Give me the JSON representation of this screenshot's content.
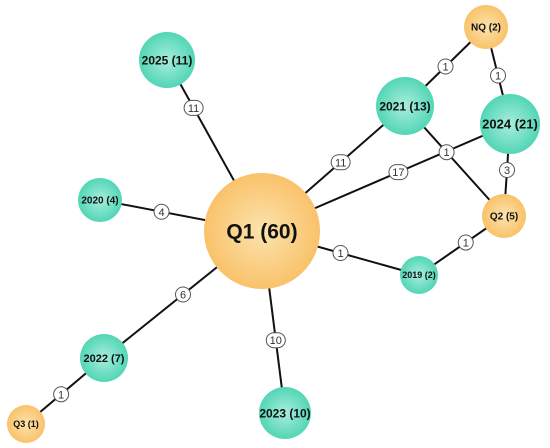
{
  "colors": {
    "quartile_node": "#F9C26A",
    "quartile_node_light": "#FCE3AE",
    "year_node": "#52D6B5",
    "year_node_light": "#A9EDDD",
    "edge": "#111111"
  },
  "nodes": [
    {
      "id": "q1",
      "label": "Q1 (60)",
      "group": "quartile"
    },
    {
      "id": "q2",
      "label": "Q2 (5)",
      "group": "quartile"
    },
    {
      "id": "q3",
      "label": "Q3 (1)",
      "group": "quartile"
    },
    {
      "id": "nq",
      "label": "NQ (2)",
      "group": "quartile"
    },
    {
      "id": "y2019",
      "label": "2019 (2)",
      "group": "year"
    },
    {
      "id": "y2020",
      "label": "2020 (4)",
      "group": "year"
    },
    {
      "id": "y2021",
      "label": "2021 (13)",
      "group": "year"
    },
    {
      "id": "y2022",
      "label": "2022 (7)",
      "group": "year"
    },
    {
      "id": "y2023",
      "label": "2023 (10)",
      "group": "year"
    },
    {
      "id": "y2024",
      "label": "2024 (21)",
      "group": "year"
    },
    {
      "id": "y2025",
      "label": "2025 (11)",
      "group": "year"
    }
  ],
  "edges": [
    {
      "from": "q1",
      "to": "y2025",
      "weight": "11"
    },
    {
      "from": "q1",
      "to": "y2020",
      "weight": "4"
    },
    {
      "from": "q1",
      "to": "y2021",
      "weight": "11"
    },
    {
      "from": "q1",
      "to": "y2024",
      "weight": "17"
    },
    {
      "from": "q1",
      "to": "y2019",
      "weight": "1"
    },
    {
      "from": "q1",
      "to": "y2022",
      "weight": "6"
    },
    {
      "from": "q1",
      "to": "y2023",
      "weight": "10"
    },
    {
      "from": "y2022",
      "to": "q3",
      "weight": "1"
    },
    {
      "from": "y2021",
      "to": "nq",
      "weight": "1"
    },
    {
      "from": "y2024",
      "to": "nq",
      "weight": "1"
    },
    {
      "from": "y2021",
      "to": "q2",
      "weight": "1"
    },
    {
      "from": "y2024",
      "to": "q2",
      "weight": "3"
    },
    {
      "from": "y2019",
      "to": "q2",
      "weight": "1"
    }
  ]
}
